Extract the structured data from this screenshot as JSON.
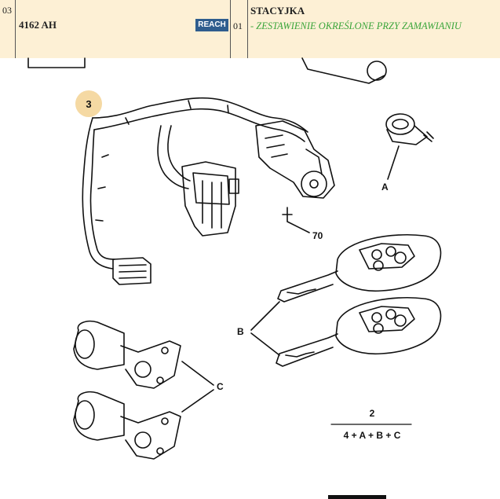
{
  "header": {
    "col1_top": "03",
    "ref": "4162 AH",
    "badge": "REACH",
    "col2_mid": "01",
    "title": "STACYJKA",
    "subtitle": "- ZESTAWIENIE OKREŚLONE PRZY ZAMAWIANIU"
  },
  "colors": {
    "header_bg": "#fdf0d5",
    "badge_bg": "#2f5d8e",
    "subtitle_green": "#3aa53a",
    "callout_circle": "#f5d9a3"
  },
  "labels": {
    "part3": "3",
    "part70": "70",
    "partA": "A",
    "partB": "B",
    "partC": "C",
    "kit_number": "2",
    "kit_formula": "4 + A + B + C"
  }
}
